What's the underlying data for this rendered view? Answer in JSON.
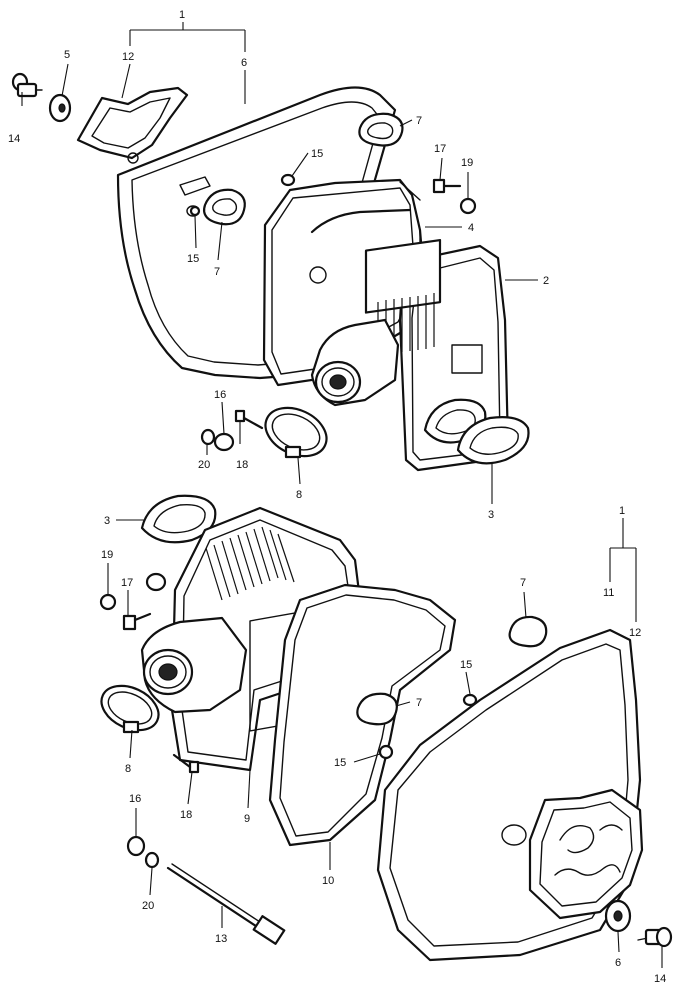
{
  "callouts": {
    "c1_top": "1",
    "c5_top": "5",
    "c12_top": "12",
    "c14_top": "14",
    "c7_top_right": "7",
    "c15_top_mid": "15",
    "c17_top": "17",
    "c19_top": "19",
    "c4": "4",
    "c15_top_left": "15",
    "c7_top_left": "7",
    "c2": "2",
    "c16_mid": "16",
    "c20_mid": "20",
    "c18_mid": "18",
    "c8_top": "8",
    "c3_top_right": "3",
    "c3_bottom_left": "3",
    "c19_bottom": "19",
    "c17_bottom": "17",
    "c8_bottom": "8",
    "c18_bottom": "18",
    "c9": "9",
    "c10": "10",
    "c7_bottom_right": "7",
    "c15_bottom_right": "15",
    "c7_bottom_mid": "7",
    "c15_bottom_mid": "15",
    "c1_bottom": "1",
    "c11": "11",
    "c12_bottom": "12",
    "c16_bottom": "16",
    "c20_bottom": "20",
    "c13": "13",
    "c6": "6",
    "c14_bottom": "14"
  }
}
